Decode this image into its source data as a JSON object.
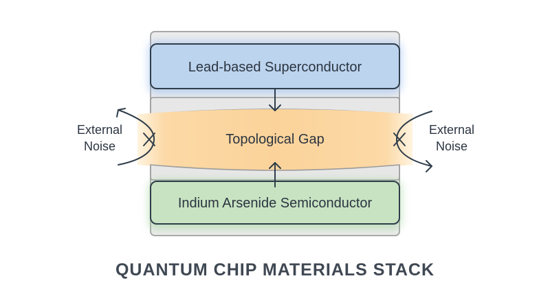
{
  "diagram": {
    "top_layer": {
      "label": "Lead-based Superconductor",
      "color": "#bcd4ee"
    },
    "gap_layer": {
      "label": "Topological Gap",
      "color": "#fbd6a0"
    },
    "bottom_layer": {
      "label": "Indium Arsenide Semiconductor",
      "color": "#c8e3c2"
    },
    "noise_left": {
      "line1": "External",
      "line2": "Noise"
    },
    "noise_right": {
      "line1": "External",
      "line2": "Noise"
    },
    "caption": "QUANTUM CHIP MATERIALS STACK",
    "colors": {
      "outline": "#2f3d4a",
      "casing": "#e4e4e4",
      "casing_stroke": "#9a9a9a",
      "text": "#2b3440"
    }
  }
}
